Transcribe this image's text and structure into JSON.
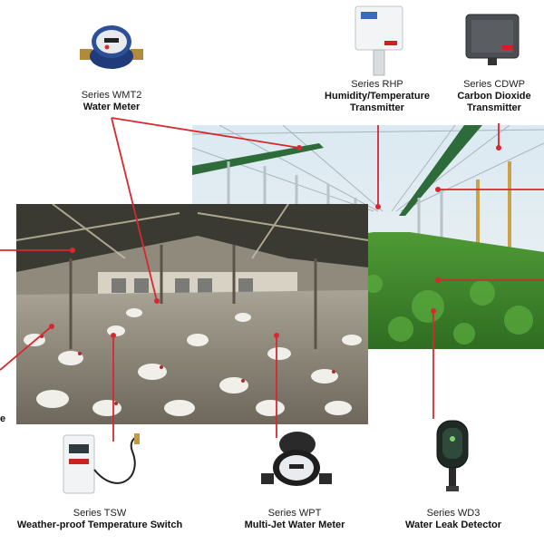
{
  "products": {
    "wmt2": {
      "series": "Series WMT2",
      "name": "Water Meter"
    },
    "rhp": {
      "series": "Series RHP",
      "name_line1": "Humidity/Temperature",
      "name_line2": "Transmitter"
    },
    "cdwp": {
      "series": "Series CDWP",
      "name_line1": "Carbon Dioxide",
      "name_line2": "Transmitter"
    },
    "tsw": {
      "series": "Series TSW",
      "name": "Weather-proof Temperature Switch"
    },
    "wpt": {
      "series": "Series WPT",
      "name": "Multi-Jet Water Meter"
    },
    "wd3": {
      "series": "Series WD3",
      "name": "Water Leak Detector"
    }
  },
  "partial_left_label": "e",
  "colors": {
    "callout_line": "#d7282f",
    "greenhouse_sky": "#cfe3ee",
    "greenhouse_plants": "#3f8a2c",
    "barn_floor": "#cfc9bf",
    "barn_roof": "#3a3a32"
  },
  "icons": {
    "wmt2": "water-meter-icon",
    "rhp": "humidity-transmitter-icon",
    "cdwp": "co2-transmitter-icon",
    "tsw": "temperature-switch-icon",
    "wpt": "multi-jet-meter-icon",
    "wd3": "leak-detector-icon"
  }
}
